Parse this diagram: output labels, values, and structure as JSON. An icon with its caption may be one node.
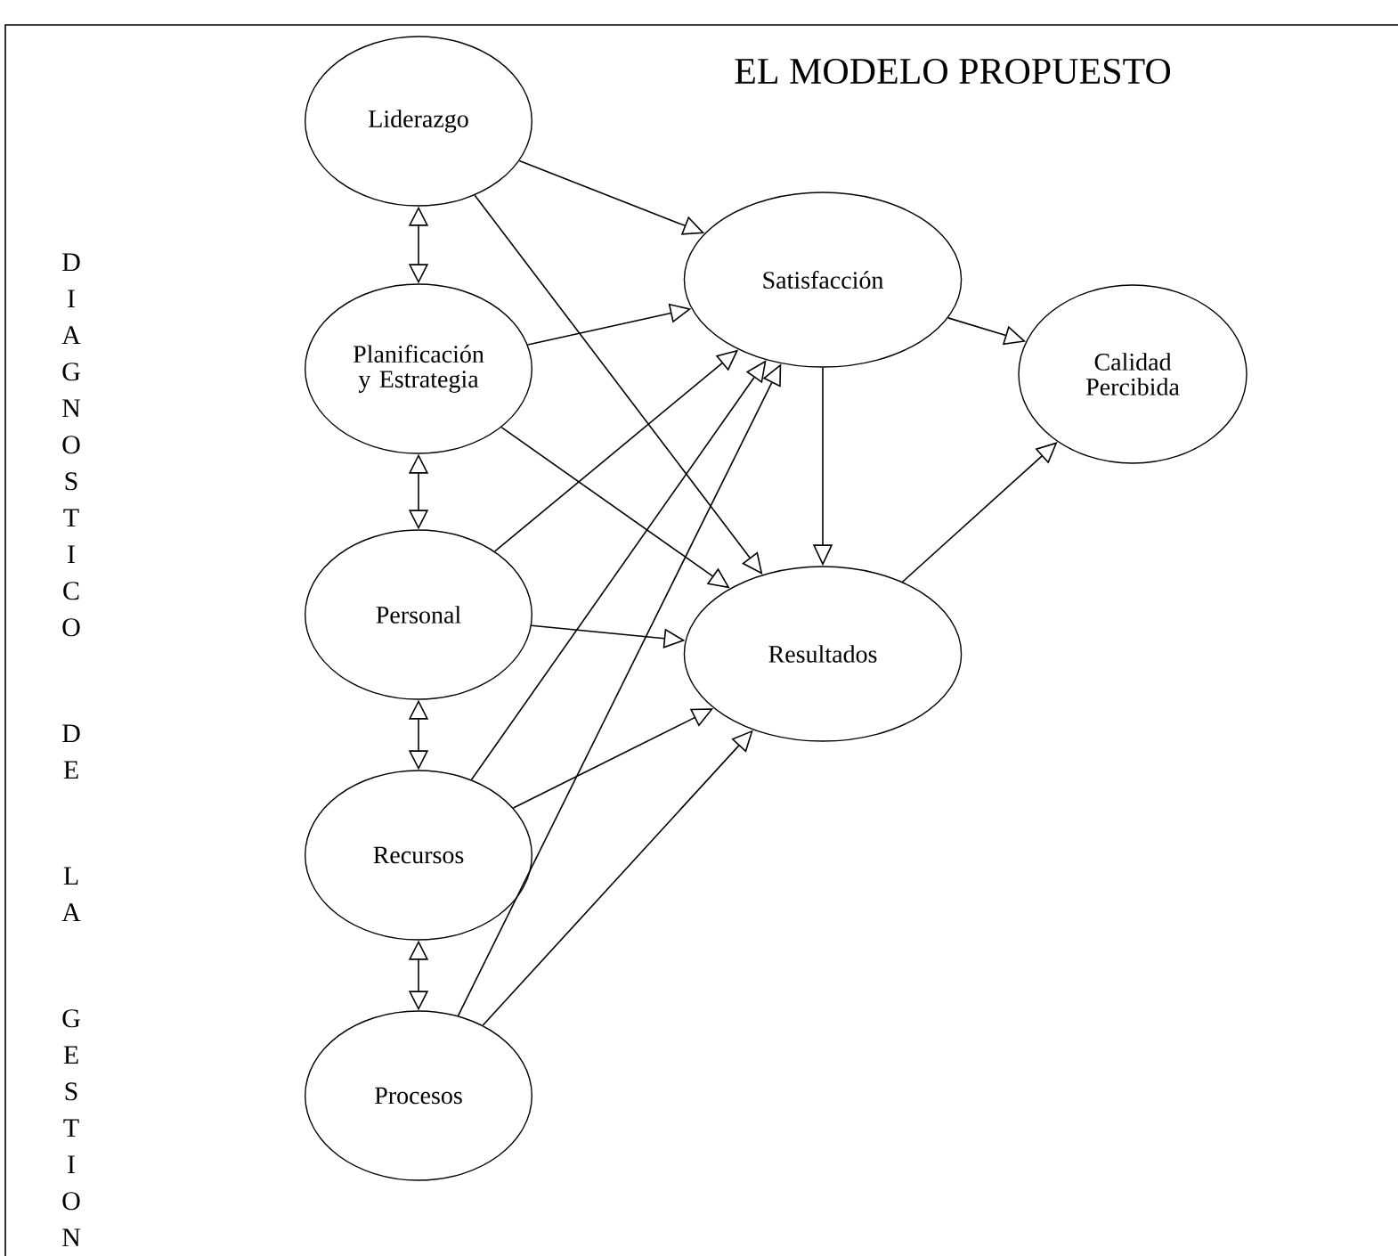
{
  "diagram": {
    "title": "EL MODELO PROPUESTO",
    "nodes": [
      {
        "text": [
          "Liderazgo"
        ]
      },
      {
        "text": [
          "Planificación y Estrategia"
        ]
      },
      {
        "text": [
          "Personal"
        ]
      },
      {
        "text": [
          "Recursos"
        ]
      },
      {
        "text": [
          "Procesos"
        ]
      },
      {
        "text": [
          "Satisfacción"
        ]
      },
      {
        "text": [
          "Resultados"
        ]
      },
      {
        "text": [
          "Calidad Percibida"
        ]
      }
    ],
    "edges": [
      {
        "from": 0,
        "to": 1,
        "arrow": "both"
      },
      {
        "from": 1,
        "to": 2,
        "arrow": "both"
      },
      {
        "from": 2,
        "to": 3,
        "arrow": "both"
      },
      {
        "from": 3,
        "to": 4,
        "arrow": "both"
      },
      {
        "from": 0,
        "to": 5,
        "arrow": "to"
      },
      {
        "from": 0,
        "to": 6,
        "arrow": "to"
      },
      {
        "from": 1,
        "to": 5,
        "arrow": "to"
      },
      {
        "from": 1,
        "to": 6,
        "arrow": "to"
      },
      {
        "from": 2,
        "to": 5,
        "arrow": "to"
      },
      {
        "from": 2,
        "to": 6,
        "arrow": "to"
      },
      {
        "from": 3,
        "to": 5,
        "arrow": "to"
      },
      {
        "from": 3,
        "to": 6,
        "arrow": "to"
      },
      {
        "from": 4,
        "to": 5,
        "arrow": "to"
      },
      {
        "from": 4,
        "to": 6,
        "arrow": "to"
      },
      {
        "from": 5,
        "to": 6,
        "arrow": "to"
      },
      {
        "from": 5,
        "to": 7,
        "arrow": "to"
      },
      {
        "from": 6,
        "to": 7,
        "arrow": "to"
      }
    ],
    "labels": [
      "DIAGNOSTICO DE LA GESTION"
    ]
  }
}
